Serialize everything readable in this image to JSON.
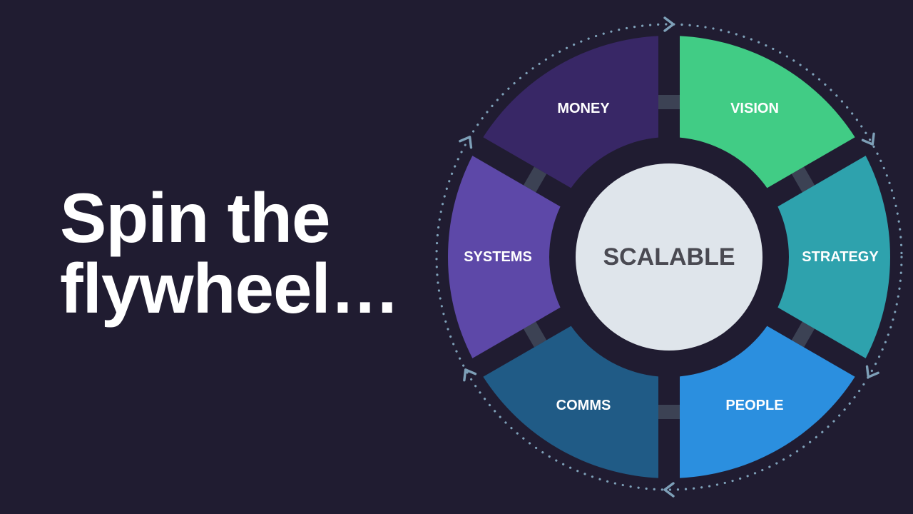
{
  "headline": {
    "line1": "Spin the",
    "line2": "flywheel…"
  },
  "flywheel": {
    "center": {
      "label": "SCALABLE",
      "color": "#dfe5eb",
      "text_color": "#4a4a52"
    },
    "segments": [
      {
        "id": "vision",
        "label": "VISION",
        "color": "#41cc85"
      },
      {
        "id": "strategy",
        "label": "STRATEGY",
        "color": "#2ea2ad"
      },
      {
        "id": "people",
        "label": "PEOPLE",
        "color": "#2b8fdf"
      },
      {
        "id": "comms",
        "label": "COMMS",
        "color": "#205b86"
      },
      {
        "id": "systems",
        "label": "SYSTEMS",
        "color": "#5d48a8"
      },
      {
        "id": "money",
        "label": "MONEY",
        "color": "#382766"
      }
    ],
    "connector_color": "#3c4254",
    "orbit_color": "#7ea0b8",
    "background": "#201c31"
  }
}
